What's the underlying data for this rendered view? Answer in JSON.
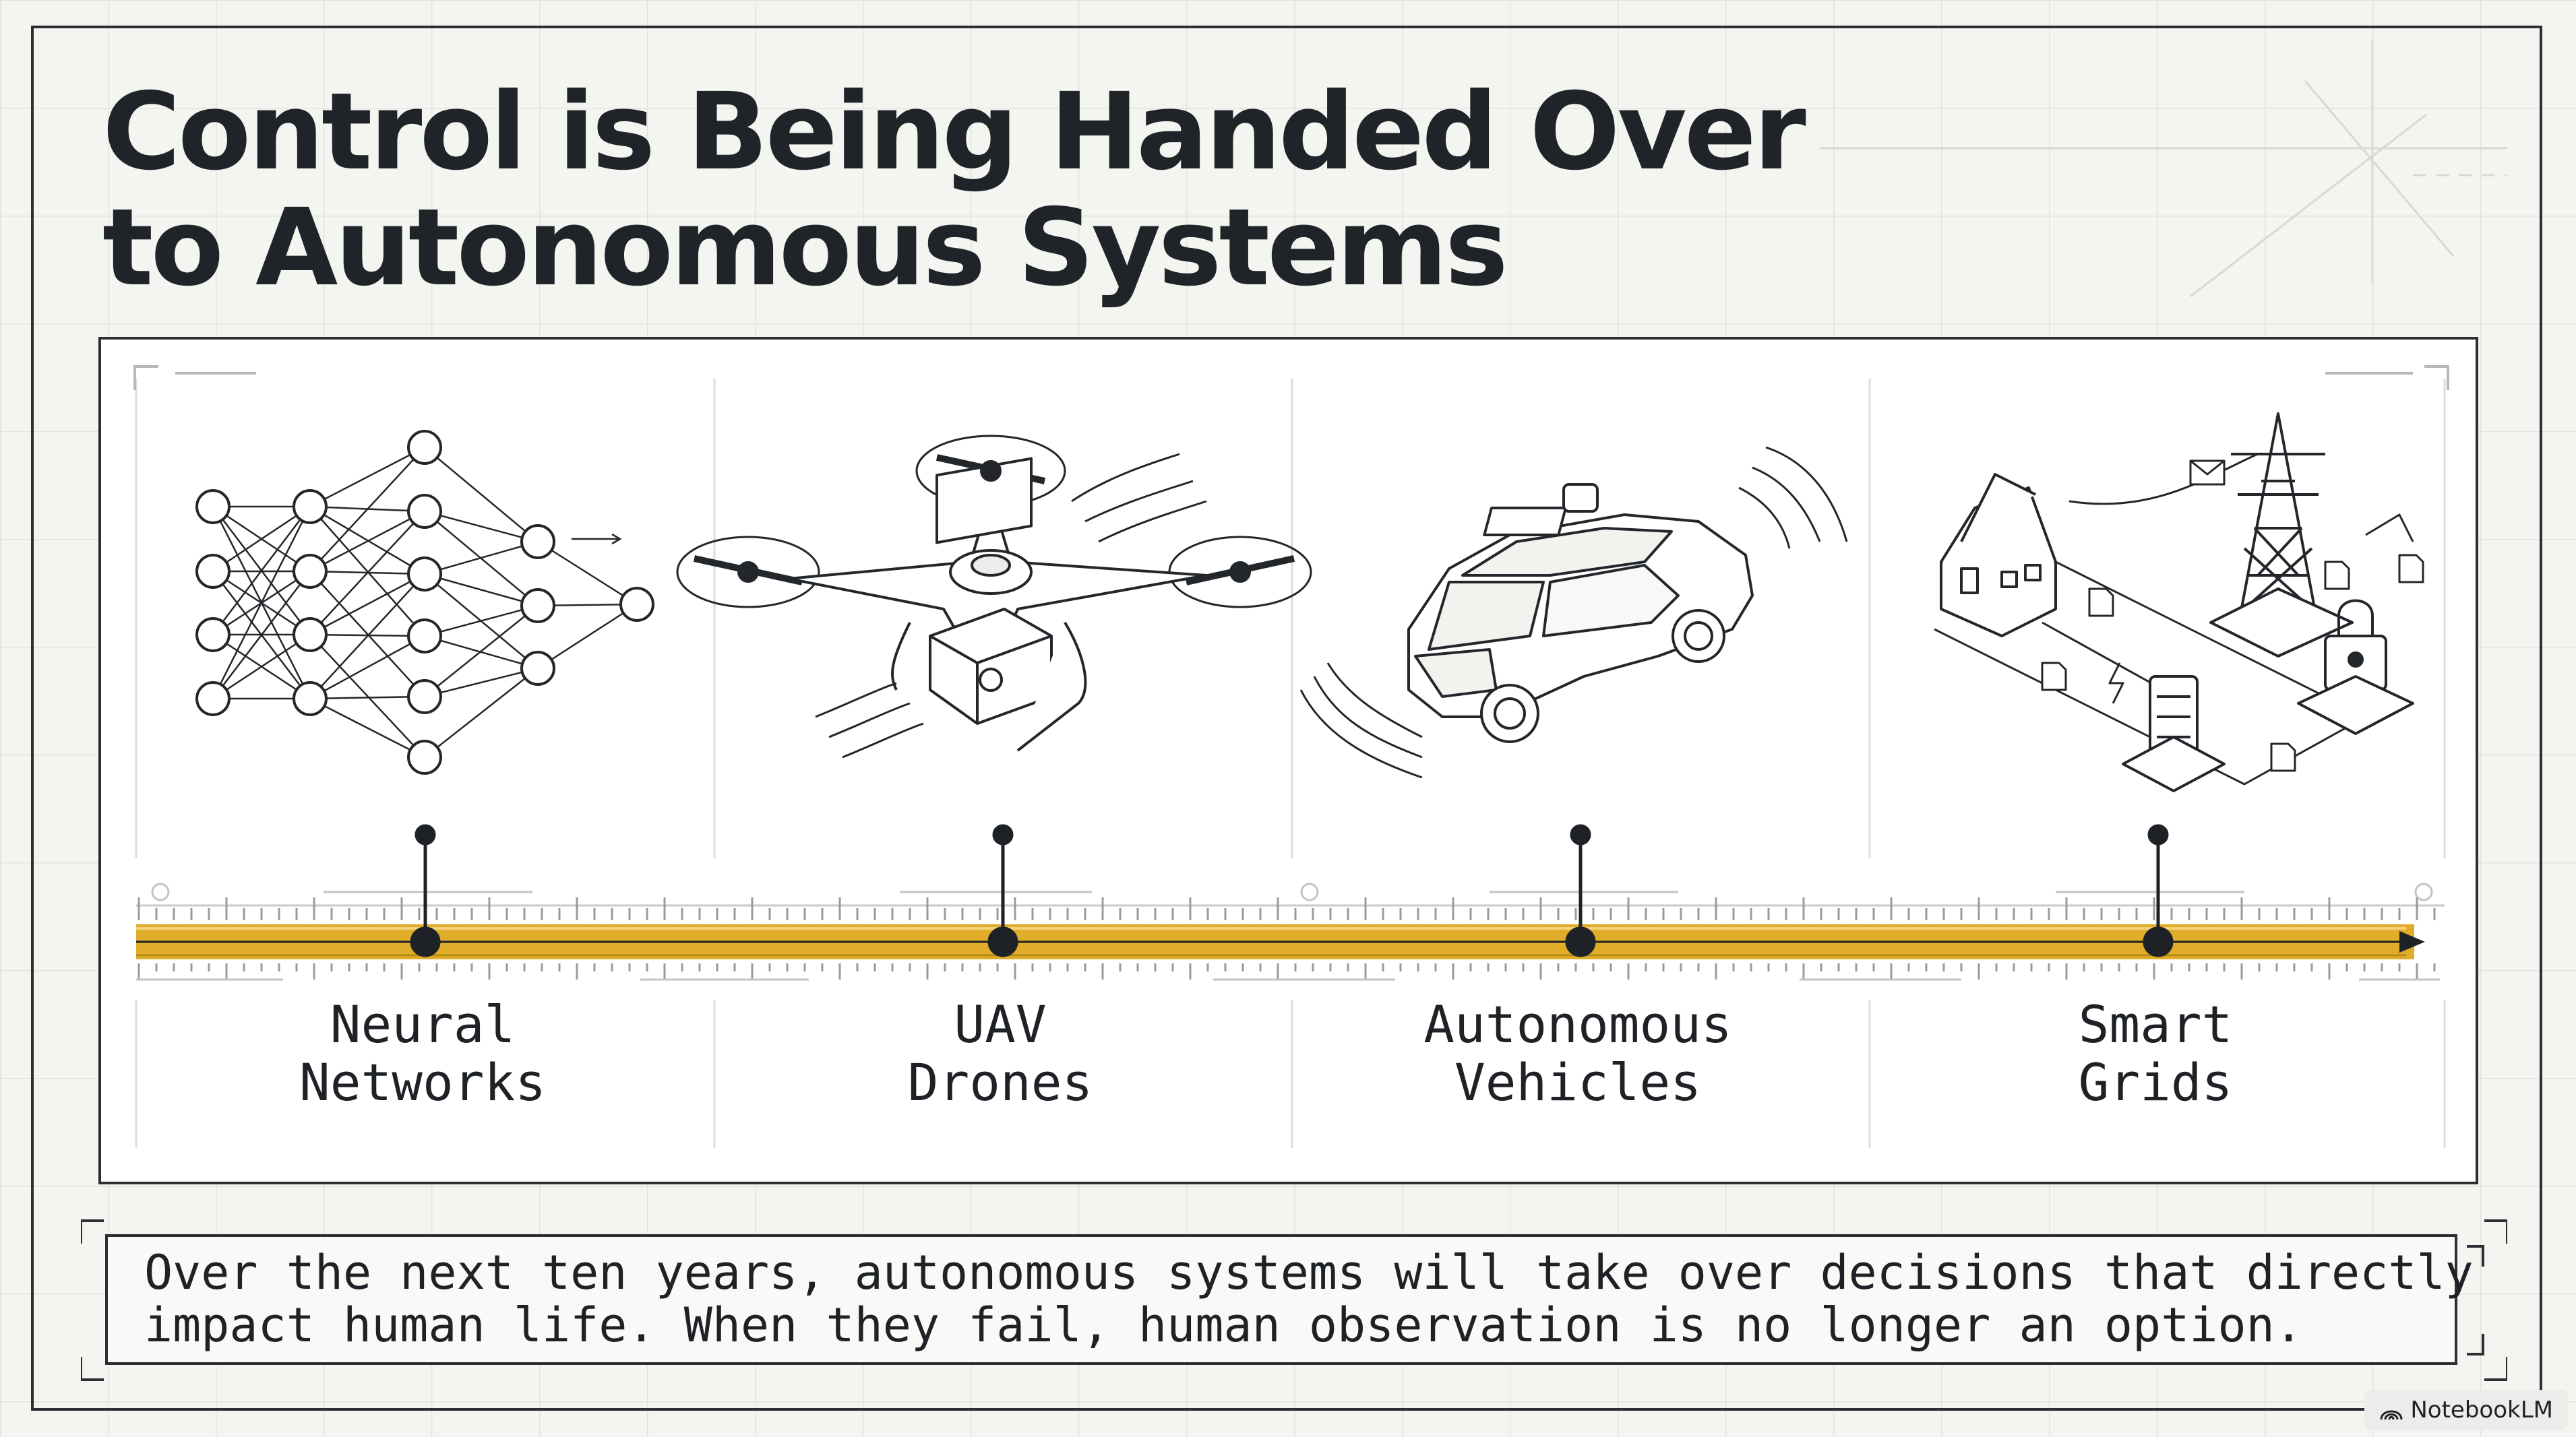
{
  "title": {
    "line1": "Control is Being Handed Over",
    "line2": "to Autonomous Systems"
  },
  "timeline": {
    "accent_color": "#e0ad2a",
    "items": [
      {
        "icon": "neural-network-icon",
        "label_line1": "Neural",
        "label_line2": "Networks"
      },
      {
        "icon": "drone-icon",
        "label_line1": "UAV",
        "label_line2": "Drones"
      },
      {
        "icon": "autonomous-car-icon",
        "label_line1": "Autonomous",
        "label_line2": "Vehicles"
      },
      {
        "icon": "smart-grid-icon",
        "label_line1": "Smart",
        "label_line2": "Grids"
      }
    ]
  },
  "caption": {
    "line1": "Over the next ten years, autonomous systems will take over decisions that directly",
    "line2": "impact human life. When they fail, human observation is no longer an option."
  },
  "branding": {
    "label": "NotebookLM"
  }
}
